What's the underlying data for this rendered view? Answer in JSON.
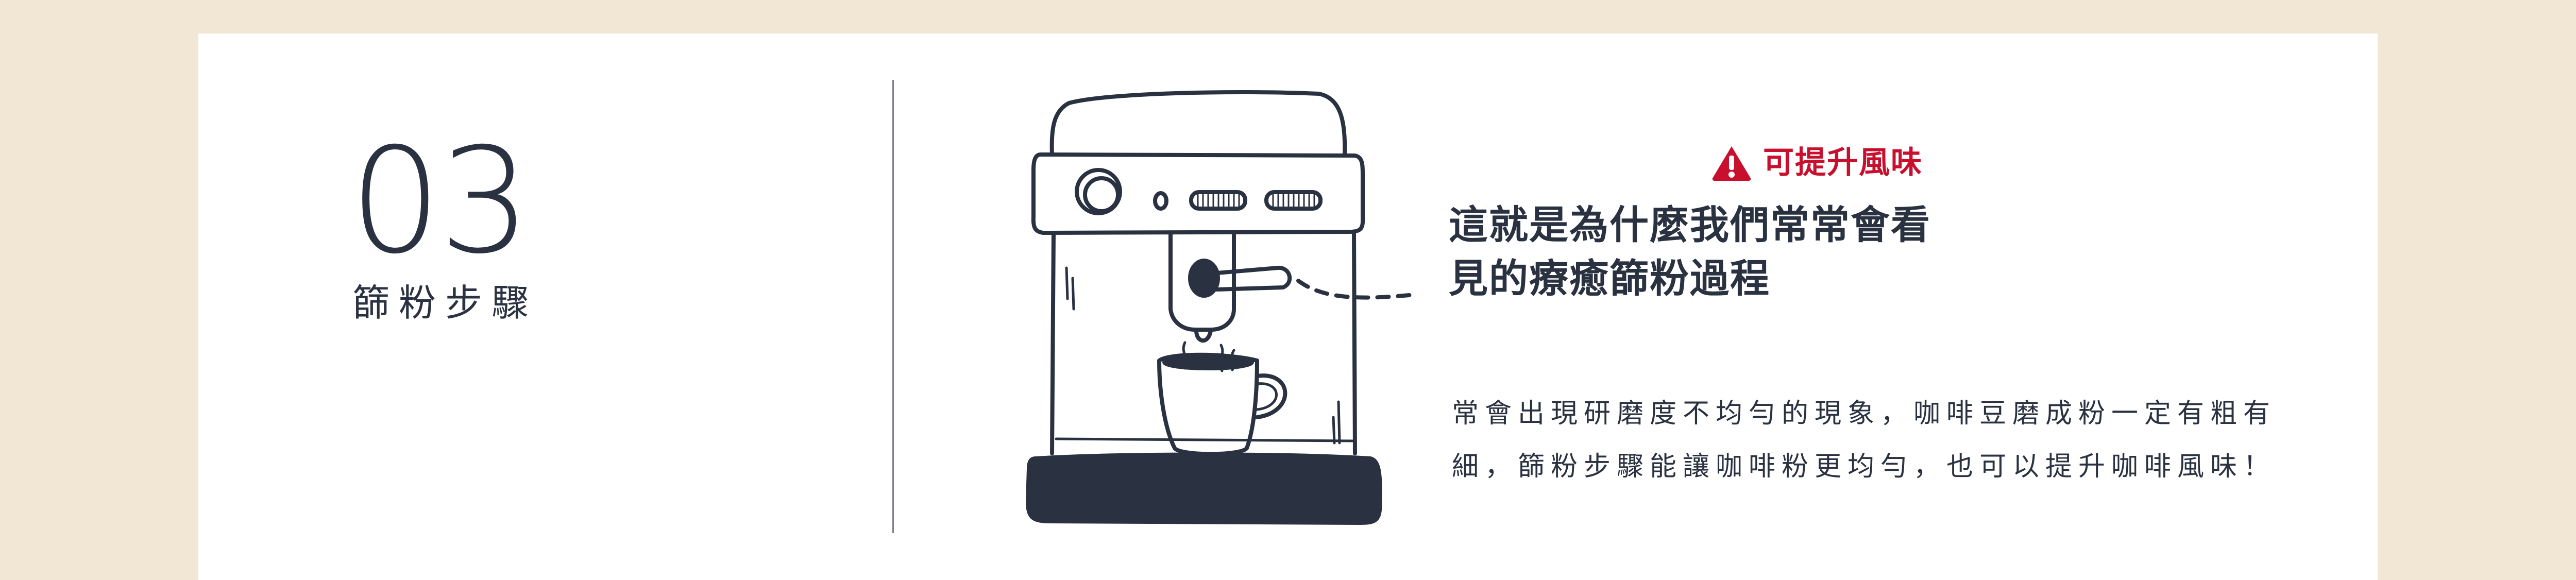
{
  "step": {
    "number": "03",
    "title": "篩粉步驟"
  },
  "callout": {
    "badge_icon": "warning-triangle-icon",
    "badge_text": "可提升風味",
    "headline_line1": "這就是為什麼我們常常會看",
    "headline_line2": "見的療癒篩粉過程",
    "body_line1": "常會出現研磨度不均勻的現象，咖啡豆磨成粉一定有粗有",
    "body_line2": "細，篩粉步驟能讓咖啡粉更均勻，也可以提升咖啡風味！"
  },
  "colors": {
    "background": "#f1e7d4",
    "card": "#ffffff",
    "ink": "#2a3140",
    "accent_red": "#c8102e"
  }
}
